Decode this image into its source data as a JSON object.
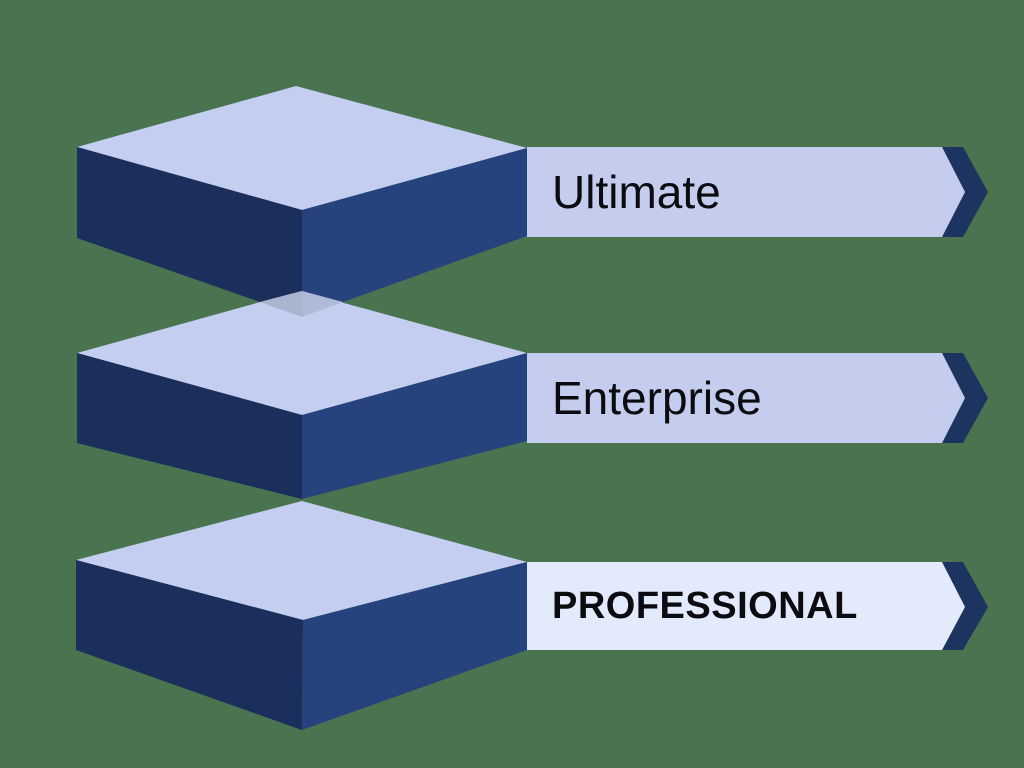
{
  "diagram": {
    "type": "stacked-3d-layer-pyramid",
    "layers": [
      {
        "label": "Ultimate",
        "style": "regular"
      },
      {
        "label": "Enterprise",
        "style": "regular"
      },
      {
        "label": "PROFESSIONAL",
        "style": "bold-caps-highlight"
      }
    ]
  },
  "colors": {
    "background": "#4a7350",
    "box_top": "#c3cef0",
    "box_left": "#1b2e5c",
    "box_right": "#27437e",
    "banner_fill": "#c4cdee",
    "banner_fill_highlight": "#e3eafb",
    "chevron": "#1d3461",
    "overlap_left": "#a9b4cf",
    "overlap_right": "#aebada",
    "text": "#0b0b10"
  }
}
